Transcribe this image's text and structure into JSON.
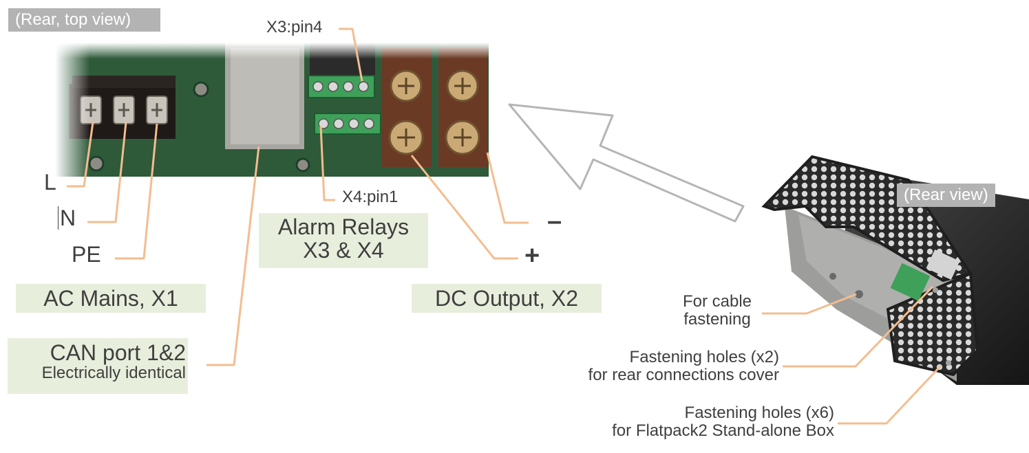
{
  "views": {
    "top": "(Rear, top view)",
    "rear": "(Rear view)"
  },
  "pins": {
    "x3": "X3:pin4",
    "x4": "X4:pin1"
  },
  "ac_terminals": {
    "l": "L",
    "n": "N",
    "pe": "PE"
  },
  "sections": {
    "alarm_line1": "Alarm Relays",
    "alarm_line2": "X3 & X4",
    "ac_mains": "AC Mains, X1",
    "dc_output": "DC Output, X2",
    "can_line1": "CAN port 1&2",
    "can_line2": "Electrically identical"
  },
  "dc_terminals": {
    "minus": "–",
    "plus": "+"
  },
  "rear_callouts": {
    "cable_line1": "For cable",
    "cable_line2": "fastening",
    "cover_line1": "Fastening holes (x2)",
    "cover_line2": "for rear connections cover",
    "box_line1": "Fastening holes (x6)",
    "box_line2": "for Flatpack2 Stand-alone Box"
  },
  "colors": {
    "leader": "#f3bd8f",
    "label_bg": "#e8eedc",
    "tag_bg": "#b3b3b3",
    "pcb": "#2e5a3a",
    "terminal_green": "#3fa05a",
    "chassis": "#3a3a3a"
  }
}
